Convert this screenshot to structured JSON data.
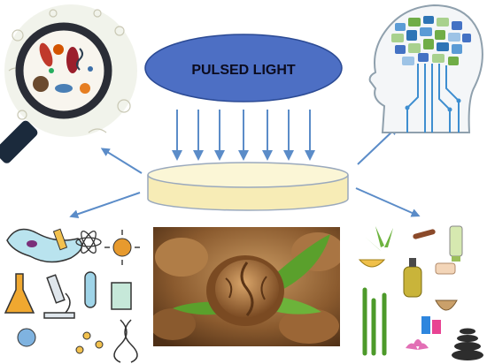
{
  "title": "PULSED LIGHT",
  "colors": {
    "ellipse_fill": "#4d6fc4",
    "ellipse_stroke": "#2b4a94",
    "arrow": "#5b8cc8",
    "dish_fill": "#faf3cc",
    "dish_stroke": "#9aa9bd"
  },
  "panels": [
    {
      "name": "microbes-magnifier",
      "icon": "magnifying-glass-icon"
    },
    {
      "name": "brain-circuit-head",
      "icon": "brain-icon"
    },
    {
      "name": "microbiology-lab-doodles",
      "icon": "laboratory-icon"
    },
    {
      "name": "walnut-photo",
      "icon": "walnut-icon"
    },
    {
      "name": "herbs-cosmetics",
      "icon": "herbs-icon"
    }
  ]
}
